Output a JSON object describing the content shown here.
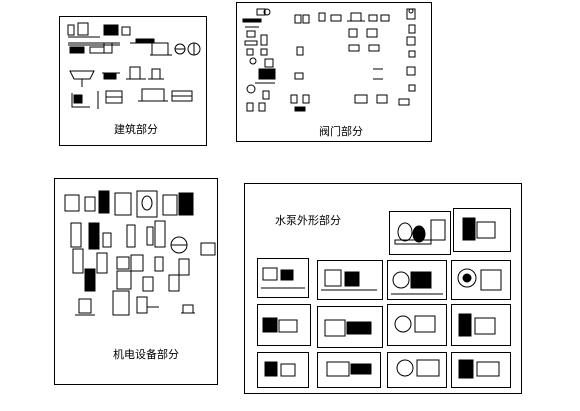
{
  "panels": {
    "architecture": {
      "label": "建筑部分"
    },
    "valves": {
      "label": "阀门部分"
    },
    "electromechanical": {
      "label": "机电设备部分"
    },
    "pump_exterior": {
      "label": "水泵外形部分"
    }
  },
  "colors": {
    "line": "#000000",
    "background": "#ffffff"
  }
}
